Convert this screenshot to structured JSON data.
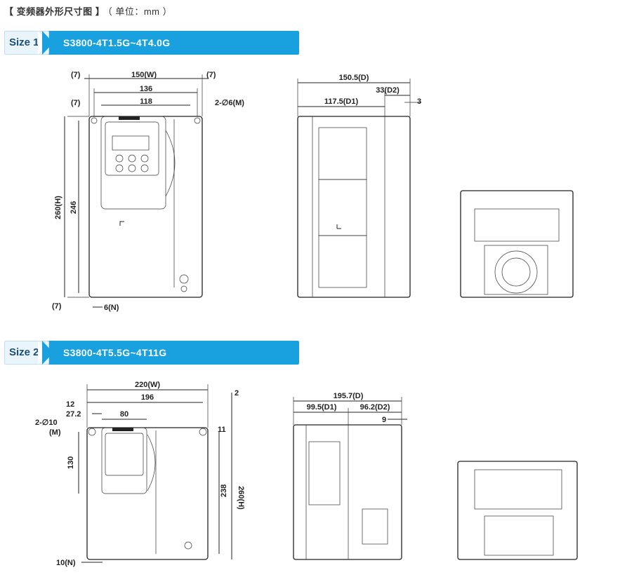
{
  "title": "【 变频器外形尺寸图 】",
  "title_unit": "（ 单位：mm ）",
  "sections": [
    {
      "tag": "Size 1",
      "model": "S3800-4T1.5G~4T4.0G",
      "front_dims": {
        "w_total": "150(W)",
        "w_136": "136",
        "w_118": "118",
        "margin_left": "(7)",
        "margin_right": "(7)",
        "margin_left2": "(7)",
        "margin_bottom": "(7)",
        "hole": "2-∅6(M)",
        "height": "260(H)",
        "h_246": "246",
        "n": "6(N)"
      },
      "side_dims": {
        "d": "150.5(D)",
        "d2": "33(D2)",
        "d1": "117.5(D1)",
        "three": "3"
      }
    },
    {
      "tag": "Size 2",
      "model": "S3800-4T5.5G~4T11G",
      "front_dims": {
        "w_total": "220(W)",
        "w_196": "196",
        "w_12": "12",
        "w_27": "27.2",
        "w_80": "80",
        "hole": "2-∅10",
        "hole_m": "(M)",
        "h_130": "130",
        "height": "260(H)",
        "h_238": "238",
        "two": "2",
        "eleven": "11",
        "n": "10(N)"
      },
      "side_dims": {
        "d": "195.7(D)",
        "d1": "99.5(D1)",
        "d2": "96.2(D2)",
        "nine": "9"
      }
    }
  ]
}
